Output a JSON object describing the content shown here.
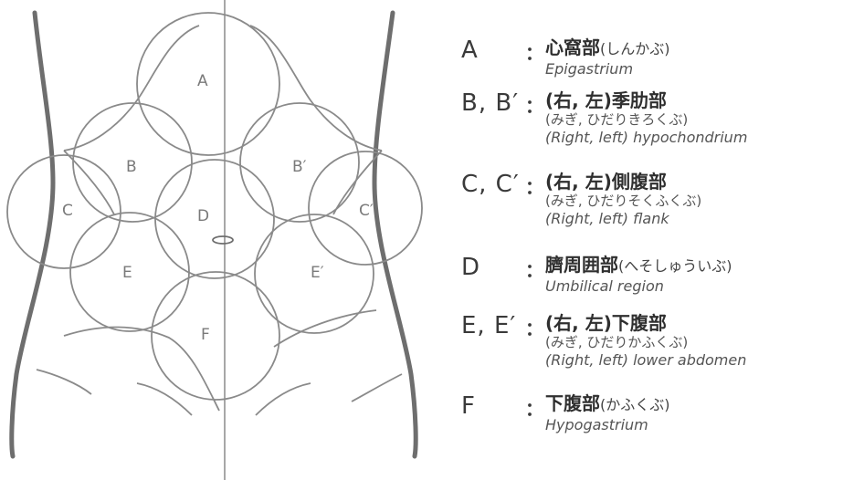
{
  "diagram": {
    "regions": [
      "A",
      "B",
      "B′",
      "C",
      "C′",
      "D",
      "E",
      "E′",
      "F"
    ]
  },
  "legend": [
    {
      "key": "A",
      "term": "心窩部",
      "kana": "(しんかぶ)",
      "reading": "",
      "english": "Epigastrium"
    },
    {
      "key": "B, B′",
      "term": "(右, 左)季肋部",
      "kana": "",
      "reading": "(みぎ, ひだりきろくぶ)",
      "english": "(Right, left) hypochondrium"
    },
    {
      "key": "C, C′",
      "term": "(右, 左)側腹部",
      "kana": "",
      "reading": "(みぎ, ひだりそくふくぶ)",
      "english": "(Right, left) flank"
    },
    {
      "key": "D",
      "term": "臍周囲部",
      "kana": "(へそしゅういぶ)",
      "reading": "",
      "english": "Umbilical region"
    },
    {
      "key": "E, E′",
      "term": "(右, 左)下腹部",
      "kana": "",
      "reading": "(みぎ, ひだりかふくぶ)",
      "english": "(Right, left) lower abdomen"
    },
    {
      "key": "F",
      "term": "下腹部",
      "kana": "(かふくぶ)",
      "reading": "",
      "english": "Hypogastrium"
    }
  ],
  "colon": "："
}
